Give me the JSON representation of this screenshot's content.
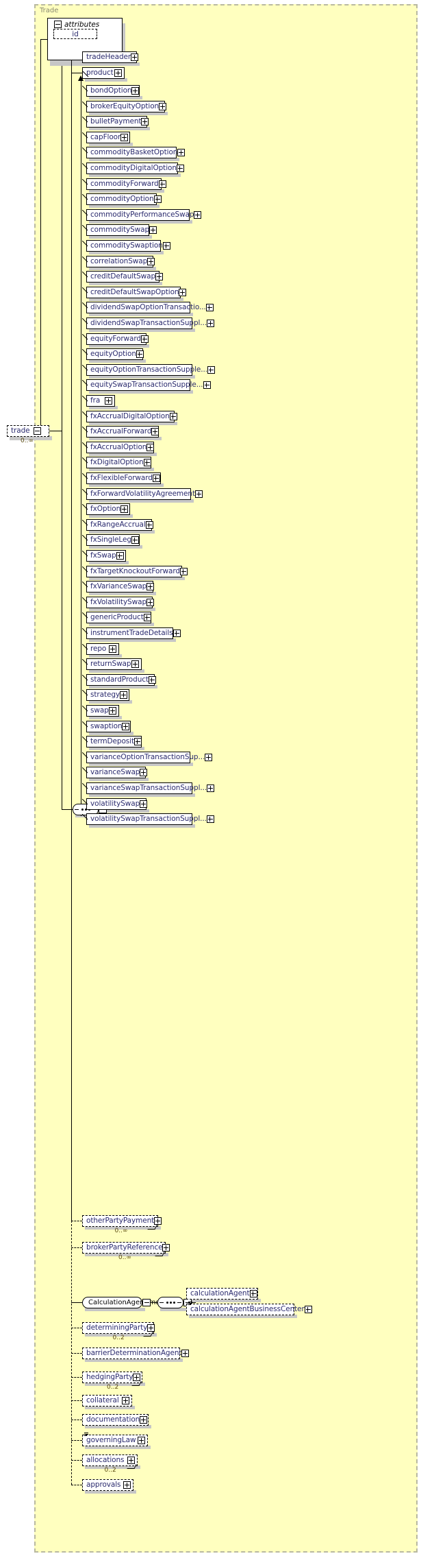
{
  "diagram": {
    "type": "xsd-schema-diagram",
    "group_label": "Trade",
    "colors": {
      "group_fill": "#ffffbf",
      "group_border": "#b9b9a0",
      "node_text": "#2b2b6e",
      "mult_text": "#5a4a10",
      "shadow": "#c6c6c6"
    }
  },
  "root": {
    "name": "trade",
    "occurrence": "0..∞",
    "optional": true,
    "expander": "minus"
  },
  "attributes": {
    "header": "attributes",
    "expander": "minus",
    "items": [
      {
        "name": "id",
        "optional": true
      }
    ]
  },
  "sequence_connector": {
    "name": "sequence"
  },
  "children": [
    {
      "name": "tradeHeader",
      "expander": "plus",
      "optional": false,
      "width": 80
    },
    {
      "name": "product",
      "expander": "plus",
      "optional": false,
      "width": 62,
      "substitution_head": true
    }
  ],
  "substitution_members": [
    {
      "name": "bondOption",
      "width": 78
    },
    {
      "name": "brokerEquityOption",
      "width": 115
    },
    {
      "name": "bulletPayment",
      "width": 89
    },
    {
      "name": "capFloor",
      "width": 64
    },
    {
      "name": "commodityBasketOption",
      "width": 132
    },
    {
      "name": "commodityDigitalOption",
      "width": 134
    },
    {
      "name": "commodityForward",
      "width": 110
    },
    {
      "name": "commodityOption",
      "width": 103
    },
    {
      "name": "commodityPerformanceSwap",
      "width": 151
    },
    {
      "name": "commoditySwap",
      "width": 92
    },
    {
      "name": "commoditySwaption",
      "width": 109
    },
    {
      "name": "correlationSwap",
      "width": 98
    },
    {
      "name": "creditDefaultSwap",
      "width": 107
    },
    {
      "name": "creditDefaultSwapOption",
      "width": 138
    },
    {
      "name": "dividendSwapOptionTransactio...",
      "width": 152
    },
    {
      "name": "dividendSwapTransactionSuppl...",
      "width": 155
    },
    {
      "name": "equityForward",
      "width": 88
    },
    {
      "name": "equityOption",
      "width": 83
    },
    {
      "name": "equityOptionTransactionSupple...",
      "width": 155
    },
    {
      "name": "equitySwapTransactionSupple...",
      "width": 152
    },
    {
      "name": "fra",
      "width": 42
    },
    {
      "name": "fxAccrualDigitalOption",
      "width": 129
    },
    {
      "name": "fxAccrualForward",
      "width": 106
    },
    {
      "name": "fxAccrualOption",
      "width": 99
    },
    {
      "name": "fxDigitalOption",
      "width": 95
    },
    {
      "name": "fxFlexibleForward",
      "width": 109
    },
    {
      "name": "fxForwardVolatilityAgreement",
      "width": 153
    },
    {
      "name": "fxOption",
      "width": 64
    },
    {
      "name": "fxRangeAccrual",
      "width": 96
    },
    {
      "name": "fxSingleLeg",
      "width": 78
    },
    {
      "name": "fxSwap",
      "width": 58
    },
    {
      "name": "fxTargetKnockoutForward",
      "width": 140
    },
    {
      "name": "fxVarianceSwap",
      "width": 98
    },
    {
      "name": "fxVolatilitySwap",
      "width": 97
    },
    {
      "name": "genericProduct",
      "width": 95
    },
    {
      "name": "instrumentTradeDetails",
      "width": 127
    },
    {
      "name": "repo",
      "width": 48
    },
    {
      "name": "returnSwap",
      "width": 81
    },
    {
      "name": "standardProduct",
      "width": 100
    },
    {
      "name": "strategy",
      "width": 63
    },
    {
      "name": "swap",
      "width": 48
    },
    {
      "name": "swaption",
      "width": 65
    },
    {
      "name": "termDeposit",
      "width": 81
    },
    {
      "name": "varianceOptionTransactionSup...",
      "width": 152
    },
    {
      "name": "varianceSwap",
      "width": 87
    },
    {
      "name": "varianceSwapTransactionSuppl...",
      "width": 155
    },
    {
      "name": "volatilitySwap",
      "width": 88
    },
    {
      "name": "volatilitySwapTransactionSuppl...",
      "width": 155
    }
  ],
  "tail_children": [
    {
      "name": "otherPartyPayment",
      "optional": true,
      "occurrence": "0..∞",
      "width": 111,
      "expander": "plus"
    },
    {
      "name": "brokerPartyReference",
      "optional": true,
      "occurrence": "0..∞",
      "width": 122,
      "expander": "plus"
    }
  ],
  "calculation_agent": {
    "model_name": "CalculationAgent.model",
    "model_expander": "minus",
    "sequence_expander": "minus",
    "members": [
      {
        "name": "calculationAgent",
        "optional": true,
        "width": 105,
        "expander": "plus",
        "typemark": false
      },
      {
        "name": "calculationAgentBusinessCenter",
        "optional": true,
        "width": 158,
        "expander": "plus",
        "typemark": true
      }
    ]
  },
  "tail_children2": [
    {
      "name": "determiningParty",
      "optional": true,
      "occurrence": "0..2",
      "width": 105,
      "expander": "plus",
      "typemark": false
    },
    {
      "name": "barrierDeterminationAgent",
      "optional": true,
      "occurrence": "",
      "width": 143,
      "expander": "plus",
      "typemark": false
    },
    {
      "name": "hedgingParty",
      "optional": true,
      "occurrence": "0..2",
      "width": 88,
      "expander": "plus",
      "typemark": false
    },
    {
      "name": "collateral",
      "optional": true,
      "occurrence": "",
      "width": 73,
      "expander": "plus",
      "typemark": false
    },
    {
      "name": "documentation",
      "optional": true,
      "occurrence": "",
      "width": 97,
      "expander": "plus",
      "typemark": false
    },
    {
      "name": "governingLaw",
      "optional": true,
      "occurrence": "",
      "width": 96,
      "expander": "plus",
      "typemark": true
    },
    {
      "name": "allocations",
      "optional": true,
      "occurrence": "0..2",
      "width": 81,
      "expander": "plus",
      "typemark": false
    },
    {
      "name": "approvals",
      "optional": true,
      "occurrence": "",
      "width": 75,
      "expander": "plus",
      "typemark": false
    }
  ]
}
